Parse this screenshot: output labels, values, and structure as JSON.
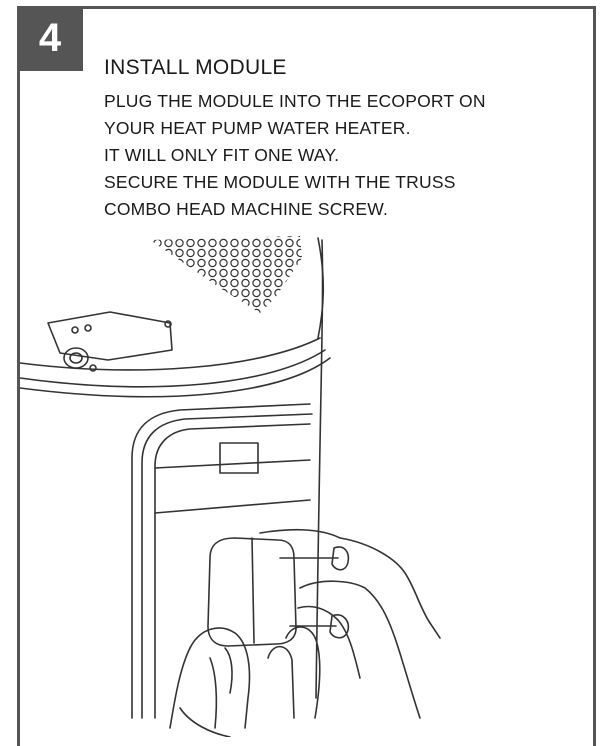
{
  "step": {
    "number": "4"
  },
  "heading": "INSTALL MODULE",
  "instructions": [
    "PLUG THE MODULE INTO THE ECOPORT ON",
    "YOUR HEAT PUMP WATER HEATER.",
    "IT WILL ONLY FIT ONE WAY.",
    "SECURE THE MODULE  WITH THE TRUSS",
    "COMBO HEAD MACHINE SCREW."
  ],
  "colors": {
    "frame": "#555555",
    "text": "#1a1a1a",
    "line_art": "#333333"
  },
  "icons": {
    "illustration": "module-installation-illustration"
  }
}
